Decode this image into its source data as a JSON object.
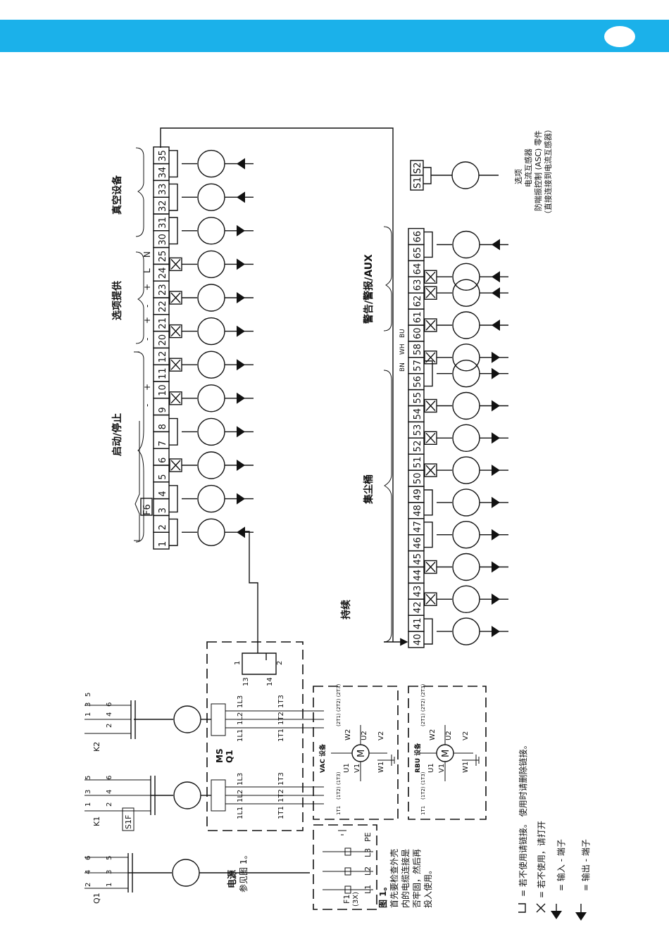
{
  "terminals": {
    "row1": [
      "1",
      "2",
      "3",
      "4",
      "5",
      "6",
      "7",
      "8",
      "9",
      "10",
      "11",
      "12",
      "20",
      "21",
      "22",
      "23",
      "24",
      "25",
      "30",
      "31",
      "32",
      "33",
      "34",
      "35"
    ],
    "row2": [
      "40",
      "41",
      "42",
      "43",
      "44",
      "45",
      "46",
      "47",
      "48",
      "49",
      "50",
      "51",
      "52",
      "53",
      "54",
      "55",
      "56",
      "57",
      "58",
      "60",
      "61",
      "62",
      "63",
      "64",
      "65",
      "66"
    ],
    "optional": [
      "S1",
      "S2"
    ]
  },
  "row1_marks": [
    "link",
    "",
    "link",
    "",
    "cross",
    "",
    "link",
    "",
    "cross",
    "",
    "cross",
    "",
    "cross",
    "",
    "cross",
    "",
    "cross",
    "",
    "link",
    "",
    "link",
    "",
    "link",
    ""
  ],
  "row1_dirs": [
    "in",
    "",
    "out",
    "",
    "out",
    "",
    "out",
    "",
    "out",
    "",
    "out",
    "",
    "out",
    "",
    "out",
    "",
    "out",
    "",
    "out",
    "",
    "in",
    "",
    "in",
    ""
  ],
  "row2_marks": [
    "link",
    "",
    "cross",
    "",
    "cross",
    "",
    "link",
    "",
    "link",
    "",
    "cross",
    "",
    "cross",
    "",
    "cross",
    "",
    "link",
    "cross",
    "",
    "cross",
    "",
    "cross",
    "cross",
    "",
    "link",
    ""
  ],
  "row2_dirs": [
    "out",
    "",
    "out",
    "",
    "out",
    "",
    "out",
    "",
    "out",
    "",
    "out",
    "",
    "out",
    "",
    "out",
    "",
    "out",
    "out",
    "",
    "in",
    "",
    "in",
    "in",
    "",
    "in",
    ""
  ],
  "labels": {
    "f6": "F6",
    "start_stop": "启动/停止",
    "option_supply": "选项提供",
    "vacuum_device": "真空设备",
    "dust_bin": "集尘桶",
    "warning_alarm": "警告/警报/AUX",
    "continuous": "持续",
    "ms": "MS",
    "q1_ms": "Q1",
    "power": "电源",
    "see_fig": "参见图 1。",
    "vac_device": "VAC 设备",
    "rbu_device": "RBU 设备",
    "fig_title": "图 1。",
    "fig_note_1": "首先要检查外壳",
    "fig_note_2": "内的电缆连接是",
    "fig_note_3": "否牢固，然后再",
    "fig_note_4": "投入使用。",
    "opt_1": "选项",
    "opt_2": "电流互感器",
    "opt_3": "防喘振控制 (ASC) 零件",
    "opt_4": "（直接连接到电流互感器）",
    "pm_9": "-",
    "pm_10": "+",
    "pm_20": "-",
    "pm_21": "+",
    "pm_22": "-",
    "pm_23": "+",
    "l_24": "L",
    "n_25": "N",
    "bn": "BN",
    "wh": "WH",
    "bu": "BU",
    "k2": "K2",
    "k1": "K1",
    "q1": "Q1",
    "s1f": "S1F",
    "f1": "F1",
    "f1_3x": "(3X)",
    "l1": "L1",
    "l2": "L2",
    "l3": "L3",
    "pe": "PE",
    "tl1": "1L1",
    "tl2": "1L2",
    "tl3": "1L3",
    "tt1": "1T1",
    "tt2": "1T2",
    "tt3": "1T3",
    "u1": "U1",
    "v1": "V1",
    "w1": "W1",
    "u2": "U2",
    "v2": "V2",
    "w2": "W2",
    "m": "M",
    "n1": "1",
    "n2": "2",
    "n3": "3",
    "n4": "4",
    "n5": "5",
    "n6": "6",
    "n13": "13",
    "n14": "14",
    "m_1t2_1t3": "(1T2) (1T3)",
    "m_2t1_2t3": "(2T1) (2T2) (2T3)",
    "m_1t1": "1T1"
  },
  "legend": {
    "link": "= 若不使用请链接。 使用时请删除链接。",
    "cross": "= 若不使用，请打开",
    "input": "= 输入 - 端子",
    "output": "= 输出 - 端子"
  }
}
